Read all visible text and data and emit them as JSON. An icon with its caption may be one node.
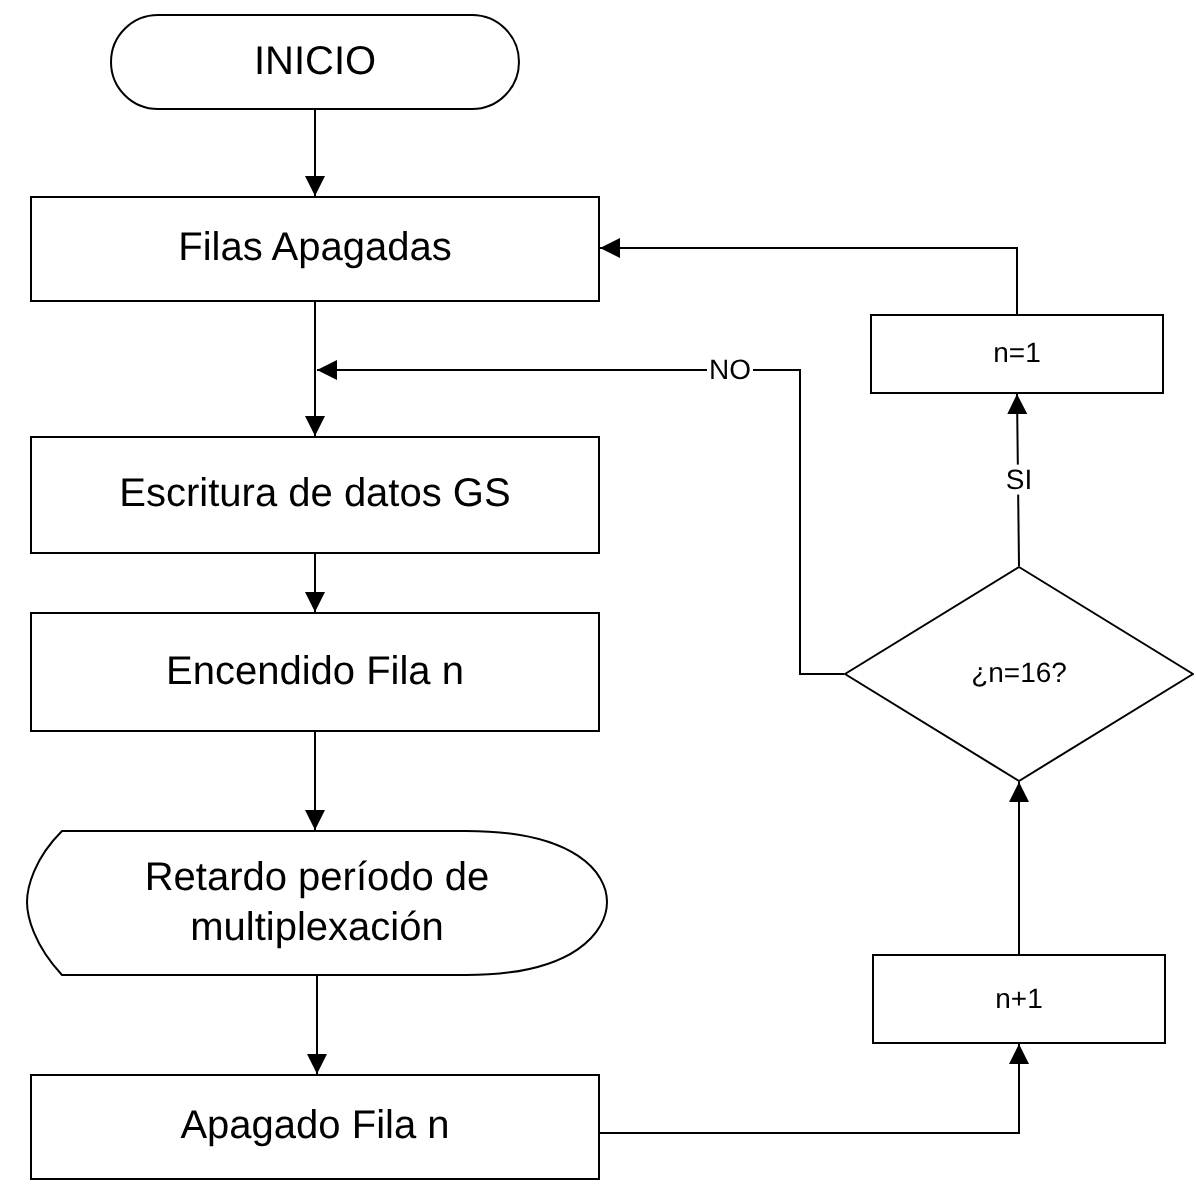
{
  "diagram": {
    "nodes": [
      {
        "text": [
          "INICIO"
        ]
      },
      {
        "text": [
          "Filas Apagadas"
        ]
      },
      {
        "text": [
          "Escritura de datos GS"
        ]
      },
      {
        "text": [
          "Encendido Fila n"
        ]
      },
      {
        "text": [
          "Retardo período de multiplexación"
        ]
      },
      {
        "text": [
          "Apagado Fila n"
        ]
      },
      {
        "text": [
          "n=1"
        ]
      },
      {
        "text": [
          "¿n=16?"
        ]
      },
      {
        "text": [
          "n+1"
        ]
      }
    ],
    "edges": [
      {
        "from": 0,
        "to": 1,
        "arrow": "to"
      },
      {
        "from": 1,
        "to": 2,
        "arrow": "to"
      },
      {
        "from": 2,
        "to": 3,
        "arrow": "to"
      },
      {
        "from": 3,
        "to": 4,
        "arrow": "to"
      },
      {
        "from": 4,
        "to": 5,
        "arrow": "to"
      },
      {
        "from": 5,
        "to": 8,
        "arrow": "to"
      },
      {
        "from": 8,
        "to": 7,
        "arrow": "to"
      },
      {
        "from": 7,
        "to": 6,
        "arrow": "to",
        "label": "SI"
      },
      {
        "from": 6,
        "to": 1,
        "arrow": "to"
      },
      {
        "from": 7,
        "to": 2,
        "arrow": "to",
        "label": "NO"
      }
    ]
  }
}
